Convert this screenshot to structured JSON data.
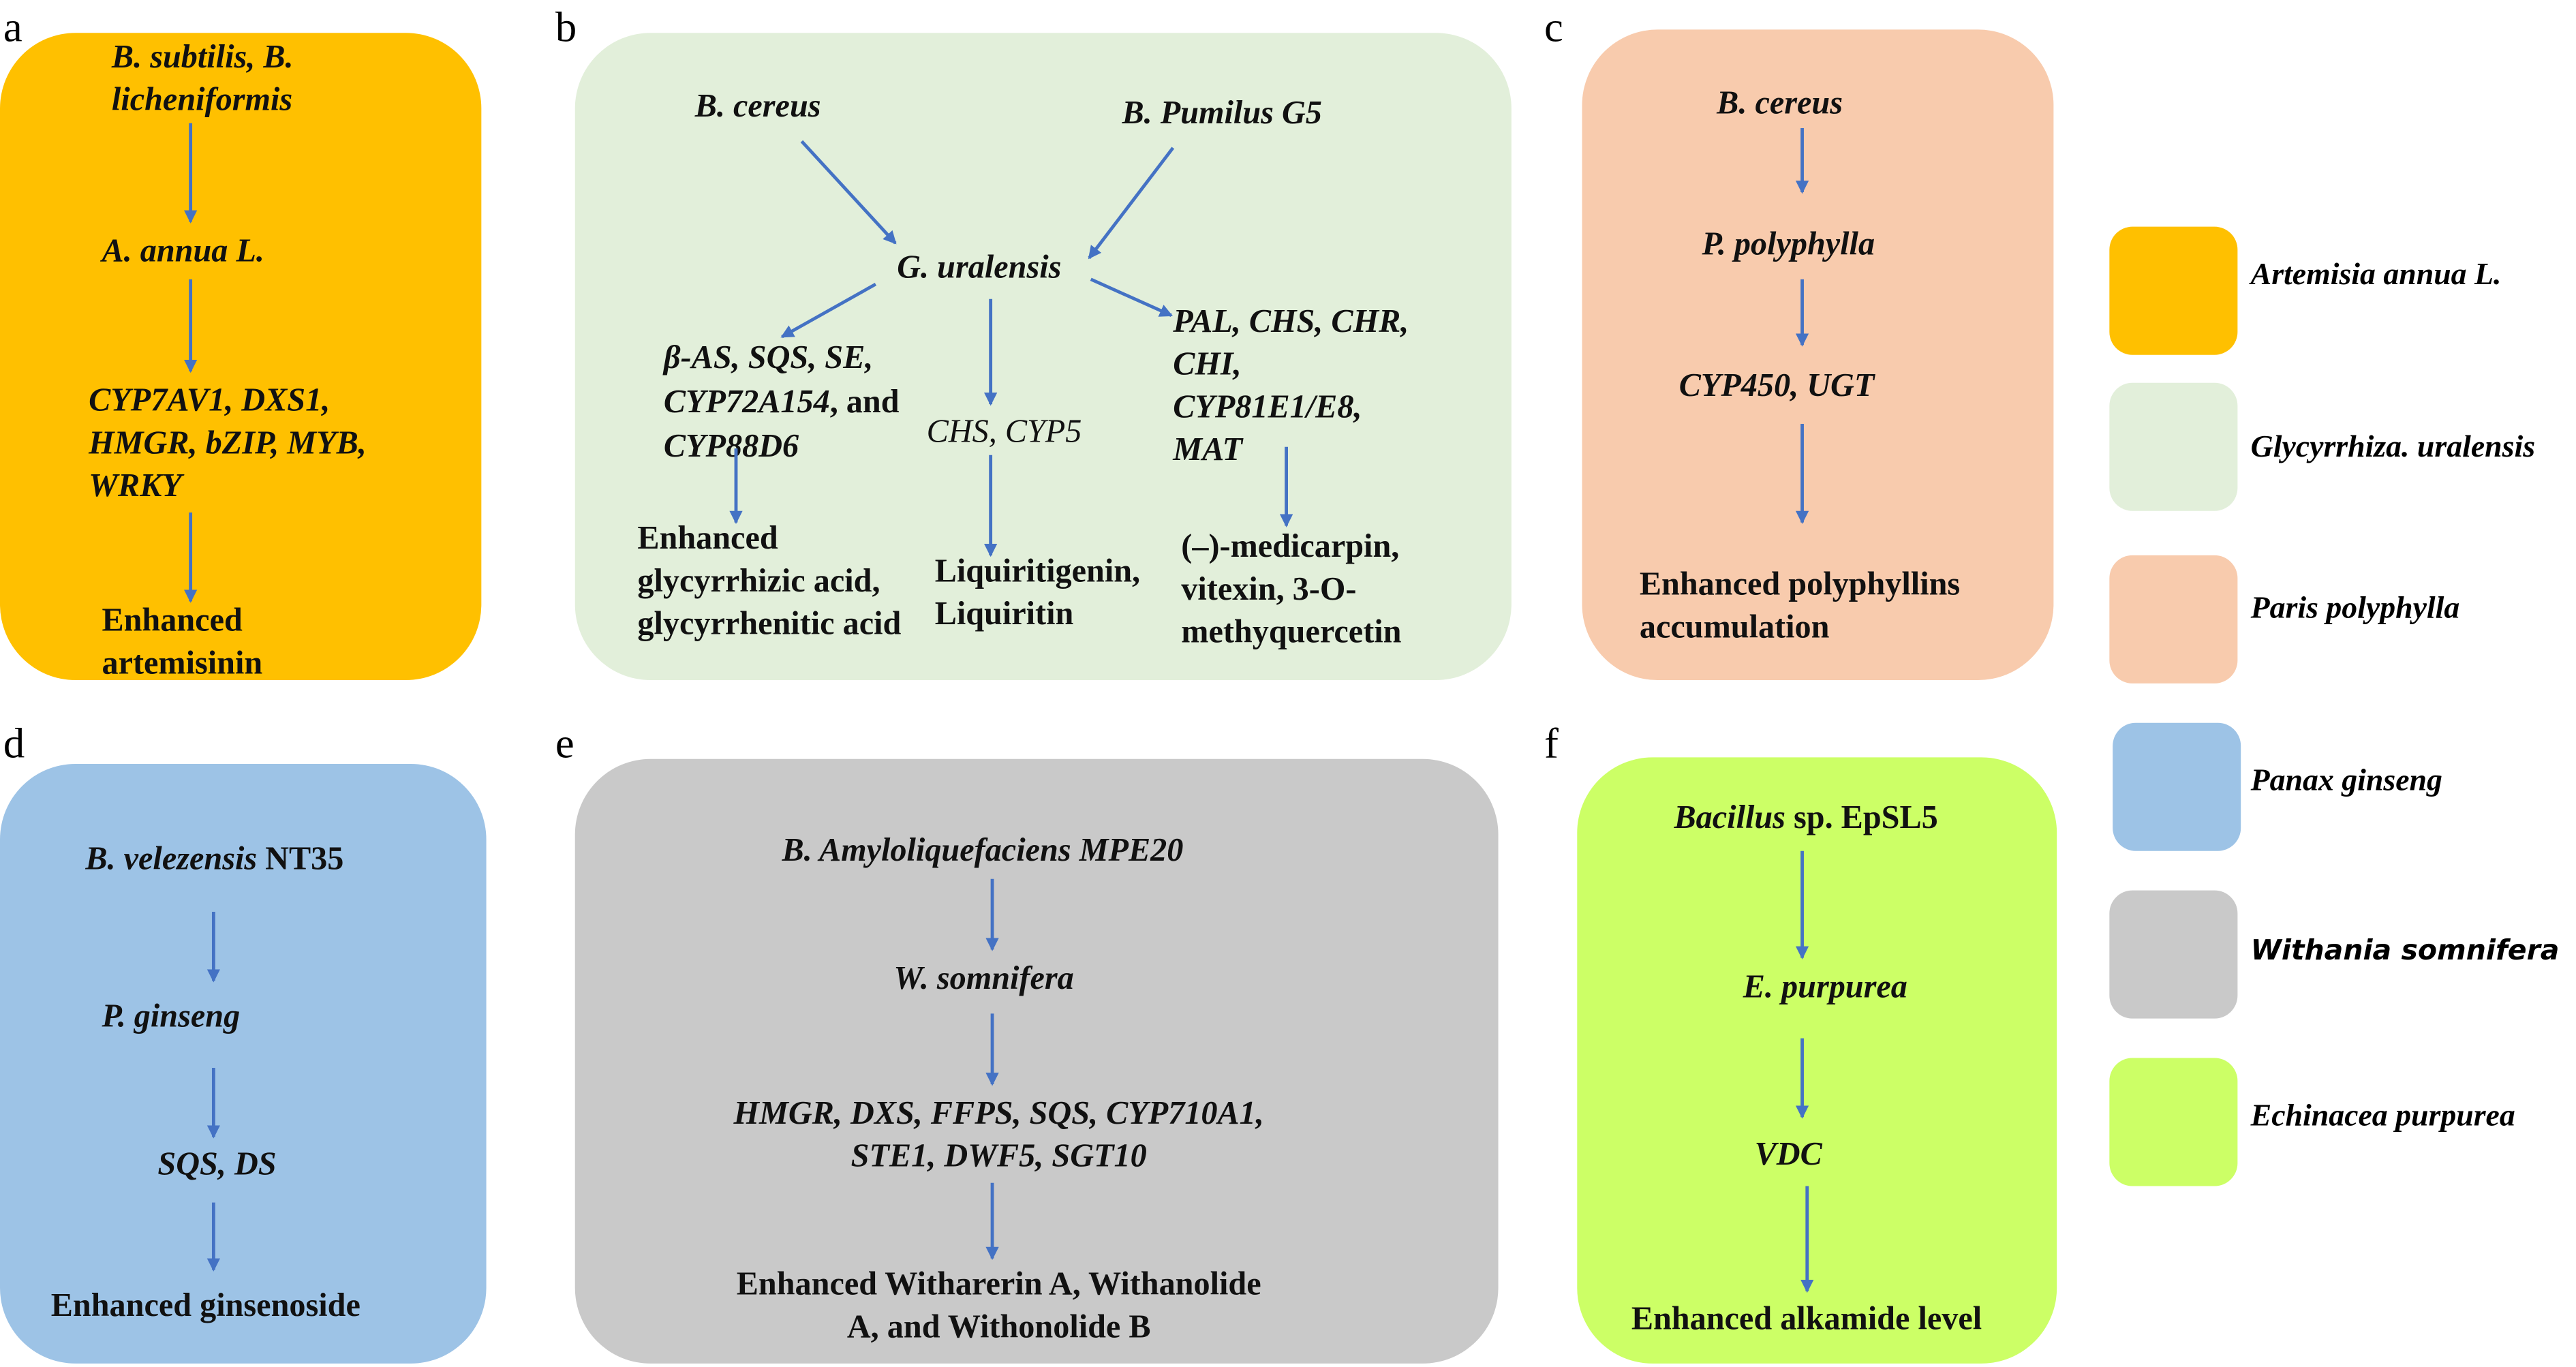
{
  "colors": {
    "arrow": "#4472C4",
    "a": "#FFC000",
    "b": "#E2EFDA",
    "c": "#F8CBAD",
    "d": "#9DC3E6",
    "e": "#C9C9C9",
    "f": "#CCFF66"
  },
  "panels": {
    "a": {
      "label": "a",
      "lines": [
        "B. subtilis, B.",
        "licheniformis",
        "A. annua L.",
        "CYP7AV1, DXS1,",
        "HMGR, bZIP, MYB,",
        "WRKY",
        "Enhanced",
        "artemisinin"
      ]
    },
    "b": {
      "label": "b",
      "source1": "B. cereus",
      "source2": "B. Pumilus G5",
      "host": "G. uralensis",
      "genes_left": [
        "β-AS, SQS, SE,",
        "CYP72A154",
        ", and",
        "CYP88D6"
      ],
      "genes_mid": "CHS, CYP5",
      "genes_right": [
        "PAL, CHS, CHR,",
        "CHI,",
        "CYP81E1/E8,",
        "MAT"
      ],
      "product_left": [
        "Enhanced",
        "glycyrrhizic acid,",
        "glycyrrhenitic acid"
      ],
      "product_mid": [
        "Liquiritigenin,",
        "Liquiritin"
      ],
      "product_right": [
        "(–)-medicarpin,",
        "vitexin, 3-O-",
        "methyquercetin"
      ]
    },
    "c": {
      "label": "c",
      "source": "B. cereus",
      "host": "P. polyphylla",
      "genes": "CYP450, UGT",
      "product": [
        "Enhanced polyphyllins",
        "accumulation"
      ]
    },
    "d": {
      "label": "d",
      "source_italic": "B. velezensis",
      "source_strain": " NT35",
      "host": "P. ginseng",
      "genes": "SQS, DS",
      "product": "Enhanced ginsenoside"
    },
    "e": {
      "label": "e",
      "source": "B. Amyloliquefaciens MPE20",
      "host": "W. somnifera",
      "genes": [
        "HMGR, DXS, FFPS, SQS, CYP710A1,",
        "STE1, DWF5, SGT10"
      ],
      "product": [
        "Enhanced Witharerin A, Withanolide",
        "A, and Withonolide B"
      ]
    },
    "f": {
      "label": "f",
      "source_italic": "Bacillus",
      "source_strain": " sp. EpSL5",
      "host": "E. purpurea",
      "genes": "VDC",
      "product": "Enhanced alkamide level"
    }
  },
  "legend": [
    "Artemisia annua L.",
    "Glycyrrhiza. uralensis",
    "Paris polyphylla",
    "Panax ginseng",
    "Withania somnifera",
    "Echinacea purpurea"
  ]
}
